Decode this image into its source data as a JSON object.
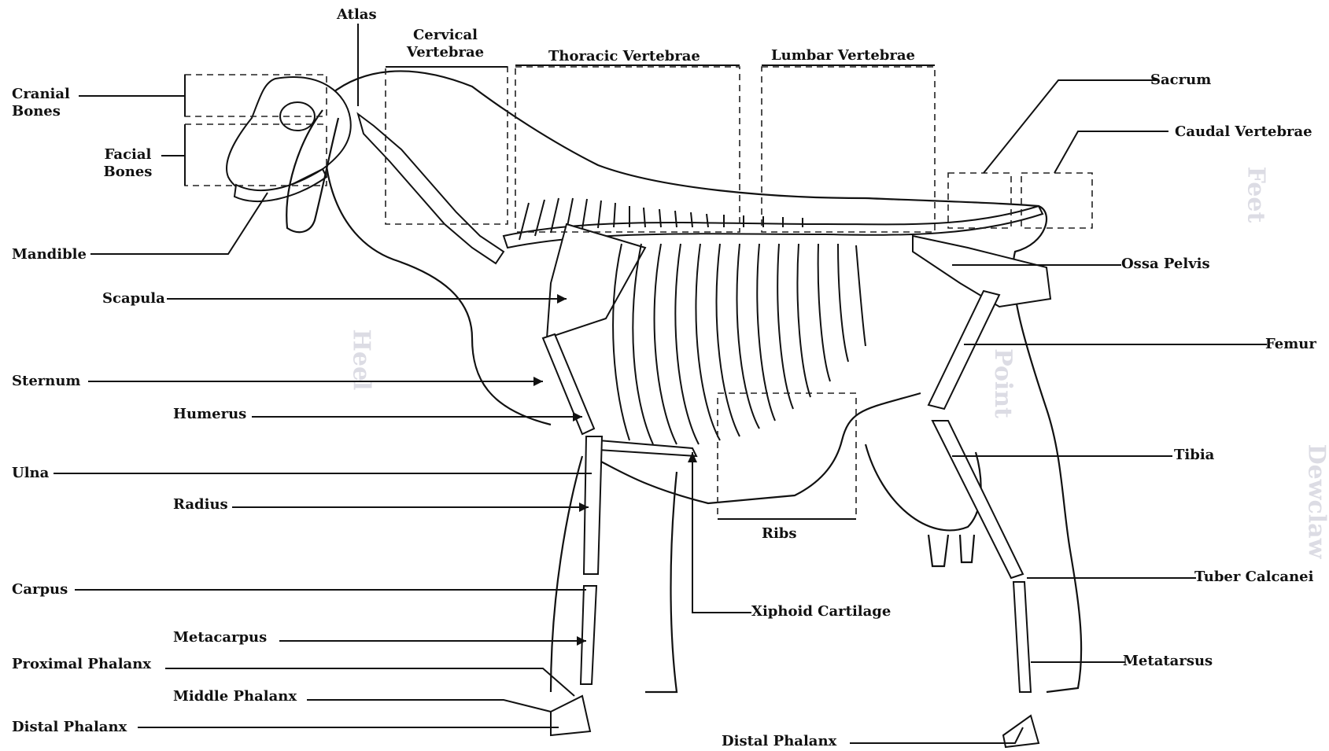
{
  "background_color": "#ffffff",
  "line_color": "#111111",
  "labels": {
    "atlas": "Atlas",
    "cervical_line1": "Cervical",
    "cervical_line2": "Vertebrae",
    "thoracic": "Thoracic Vertebrae",
    "lumbar": "Lumbar Vertebrae",
    "sacrum": "Sacrum",
    "caudal": "Caudal Vertebrae",
    "cranial_line1": "Cranial",
    "cranial_line2": "Bones",
    "facial_line1": "Facial",
    "facial_line2": "Bones",
    "mandible": "Mandible",
    "scapula": "Scapula",
    "sternum": "Sternum",
    "humerus": "Humerus",
    "ulna": "Ulna",
    "radius": "Radius",
    "carpus": "Carpus",
    "metacarpus": "Metacarpus",
    "proximal_phalanx": "Proximal Phalanx",
    "middle_phalanx": "Middle Phalanx",
    "distal_phalanx_front": "Distal Phalanx",
    "ossa_pelvis": "Ossa Pelvis",
    "femur": "Femur",
    "tibia": "Tibia",
    "tuber_calcanei": "Tuber Calcanei",
    "metatarsus": "Metatarsus",
    "distal_phalanx_hind": "Distal Phalanx",
    "ribs": "Ribs",
    "xiphoid": "Xiphoid Cartilage"
  }
}
